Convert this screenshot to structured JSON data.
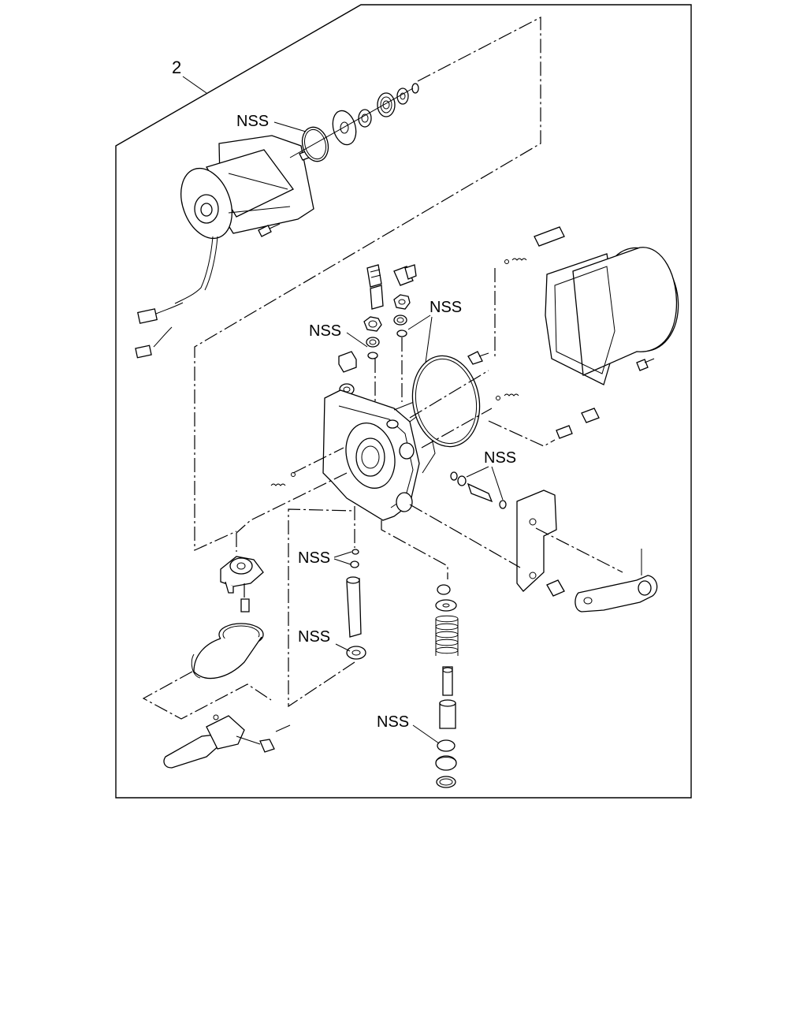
{
  "callout_number": "2",
  "labels": {
    "nss_motor_oring": "NSS",
    "nss_fitting_oring": "NSS",
    "nss_cover_oring": "NSS",
    "nss_bolt_seals": "NSS",
    "nss_pin_clips": "NSS",
    "nss_shaft_seal": "NSS",
    "nss_valve_oring": "NSS"
  }
}
